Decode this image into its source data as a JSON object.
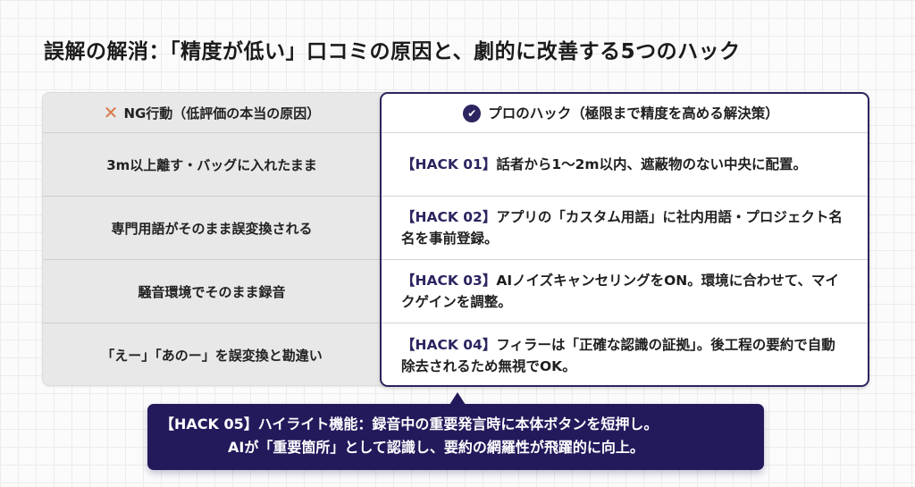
{
  "title": "誤解の解消：「精度が低い」口コミの原因と、劇的に改善する5つのハック",
  "colors": {
    "accent_navy": "#2b2560",
    "callout_bg": "#231a5c",
    "ng_icon": "#d9774a",
    "left_bg": "#e8e8e8"
  },
  "left_table": {
    "header": {
      "icon": "x-icon",
      "label": "NG行動（低評価の本当の原因）"
    },
    "rows": [
      "3m以上離す・バッグに入れたまま",
      "専門用語がそのまま誤変換される",
      "騒音環境でそのまま録音",
      "「えー」「あのー」を誤変換と勘違い"
    ]
  },
  "right_card": {
    "header": {
      "icon": "check-circle-icon",
      "label": "プロのハック（極限まで精度を高める解決策）"
    },
    "rows": [
      {
        "tag": "【HACK 01】",
        "text": "話者から1〜2m以内、遮蔽物のない中央に配置。"
      },
      {
        "tag": "【HACK 02】",
        "text": "アプリの「カスタム用語」に社内用語・プロジェクト名名を事前登録。"
      },
      {
        "tag": "【HACK 03】",
        "text": "AIノイズキャンセリングをON。環境に合わせて、マイクゲインを調整。"
      },
      {
        "tag": "【HACK 04】",
        "text": "フィラーは「正確な認識の証拠」。後工程の要約で自動除去されるため無視でOK。"
      }
    ]
  },
  "callout": {
    "line1": "【HACK 05】ハイライト機能：録音中の重要発言時に本体ボタンを短押し。",
    "line2": "AIが「重要箇所」として認識し、要約の網羅性が飛躍的に向上。"
  }
}
